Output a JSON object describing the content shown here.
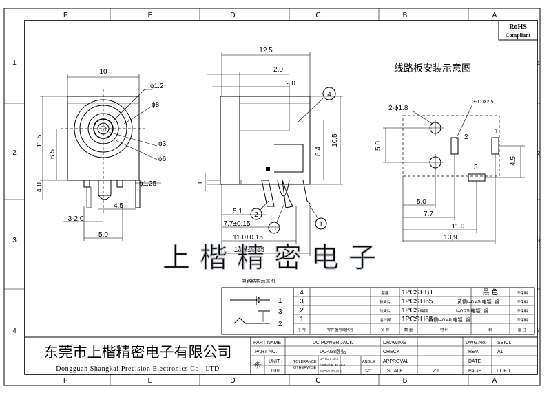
{
  "grid": {
    "columns": [
      "F",
      "E",
      "D",
      "C",
      "B",
      "A"
    ],
    "rows": [
      "1",
      "2",
      "3",
      "4"
    ]
  },
  "badge": {
    "line1": "RoHS",
    "line2": "Compliant"
  },
  "front_view": {
    "dims": {
      "width": "10",
      "height_total": "11.5",
      "height_mid": "6.5",
      "height_low": "4.0",
      "d_pin": "ϕ1.2",
      "d_8": "ϕ8",
      "d_3": "ϕ3",
      "d_6": "ϕ6",
      "d_125": "ϕ1.25",
      "pitch": "4.5",
      "pin_spacing": "3-2.0",
      "base": "5.0"
    }
  },
  "side_view": {
    "dims": {
      "len": "12.5",
      "top1": "2.0",
      "top2": "2.0",
      "h_total": "10.5",
      "h_pin": "8.4",
      "d1": "5.1",
      "d2": "7.7±0.15",
      "d3": "11.0±0.15",
      "d4": "13.9±0.15",
      "gap": "1"
    },
    "markers": [
      "4",
      "2",
      "3",
      "1"
    ]
  },
  "pcb_layout": {
    "title": "线路板安装示意图",
    "labels": {
      "holes": "2-ϕ1.8",
      "slots": "3-1.0X2.5",
      "p1": "1",
      "p2": "2",
      "p3": "3",
      "h": "5.0",
      "r": "4.5",
      "d1": "5.0",
      "d2": "7.7",
      "d3": "11.0",
      "d4": "13,9"
    }
  },
  "watermark": "上楷精密电子",
  "schematic": {
    "title": "电路结构示意图",
    "pins": [
      "1",
      "3",
      "2"
    ]
  },
  "bom": [
    {
      "no": "4",
      "name": "基座",
      "qty": "1PCS",
      "mat": "PBT",
      "finish": "黑  色",
      "note": "环保料"
    },
    {
      "no": "3",
      "name": "静簧片",
      "qty": "1PCS",
      "mat": "H65",
      "finish": "黄铜t=0.45 电镀: 银",
      "note": "环保料"
    },
    {
      "no": "2",
      "name": "动簧片",
      "qty": "1PCS",
      "mat": "磷铜",
      "finish": "t=0.25 电镀: 银",
      "note": "环保料"
    },
    {
      "no": "1",
      "name": "插针脚",
      "qty": "1PCS",
      "mat": "H65",
      "finish": "黄铜t=0.40 电镀: 银",
      "note": "环保料"
    }
  ],
  "bom_header": {
    "no": "序 号",
    "name": "零件图号或代号",
    "cname": "名 称",
    "qty": "数 量",
    "mat": "材 料",
    "finish": "料",
    "note": "备 注"
  },
  "title_block": {
    "company_cn": "东莞市上楷精密电子有限公司",
    "company_en": "Dongguan Shangkai Precision Electronics Co., LTD",
    "part_name_label": "PART NAME",
    "part_name": "DC POWER JACK",
    "part_no_label": "PART NO.",
    "part_no": "DC-038卧贴",
    "unit_label": "UNIT :",
    "unit": "mm",
    "tolerance_label": "TOLERANCE",
    "otherwise_label": "OTHERWISE",
    "tol_rows": [
      "UP TO 5   ±0.2",
      "ABOVE 5~30 ±0.3",
      "ABOVE 30  ±0.5"
    ],
    "angle_label": "ANGLE",
    "angle": "±2°",
    "drawing_label": "DRAWING",
    "check_label": "CHECK",
    "approval_label": "APPROVAL",
    "scale_label": "SCALE",
    "scale": "2:1",
    "dwg_label": "DWG.No.",
    "dwg": "SBICL",
    "rev_label": "REV.",
    "rev": "A1",
    "date_label": "DATE",
    "page_label": "PAGE",
    "page": "1 OF 1"
  }
}
